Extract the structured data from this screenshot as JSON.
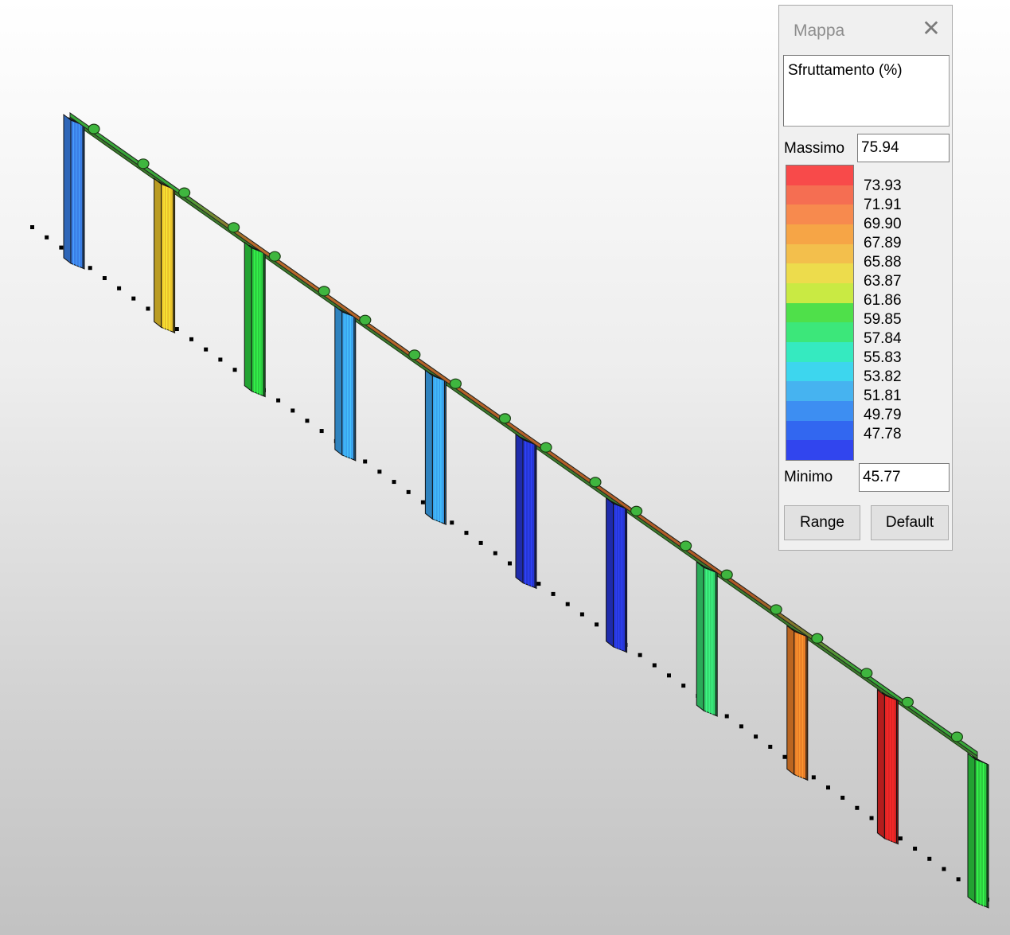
{
  "panel": {
    "title": "Mappa",
    "quantity": "Sfruttamento (%)",
    "max_label": "Massimo",
    "max_value": "75.94",
    "min_label": "Minimo",
    "min_value": "45.77",
    "range_button": "Range",
    "default_button": "Default",
    "legend_values": [
      "73.93",
      "71.91",
      "69.90",
      "67.89",
      "65.88",
      "63.87",
      "61.86",
      "59.85",
      "57.84",
      "55.83",
      "53.82",
      "51.81",
      "49.79",
      "47.78"
    ],
    "legend_colors": [
      "#f84a4a",
      "#f56e52",
      "#f78a4e",
      "#f6a546",
      "#f3bf4c",
      "#eddc4c",
      "#c9ea43",
      "#4fe04a",
      "#3ce77a",
      "#35eac0",
      "#3dd6ee",
      "#46b3f0",
      "#3d8ef2",
      "#3267f0",
      "#3145ee"
    ]
  },
  "model": {
    "posts": [
      {
        "color": "#3a7fe6",
        "utilization": 50.5
      },
      {
        "color": "#e9c32c",
        "utilization": 66.5
      },
      {
        "color": "#2ccc3f",
        "utilization": 61.0
      },
      {
        "color": "#3aa3ee",
        "utilization": 53.5
      },
      {
        "color": "#3aa3ee",
        "utilization": 53.5
      },
      {
        "color": "#2636d6",
        "utilization": 47.0
      },
      {
        "color": "#2636d6",
        "utilization": 47.0
      },
      {
        "color": "#34d66e",
        "utilization": 59.0
      },
      {
        "color": "#ea7e28",
        "utilization": 70.5
      },
      {
        "color": "#e02424",
        "utilization": 75.0
      },
      {
        "color": "#2ccc3f",
        "utilization": 61.0
      }
    ]
  }
}
